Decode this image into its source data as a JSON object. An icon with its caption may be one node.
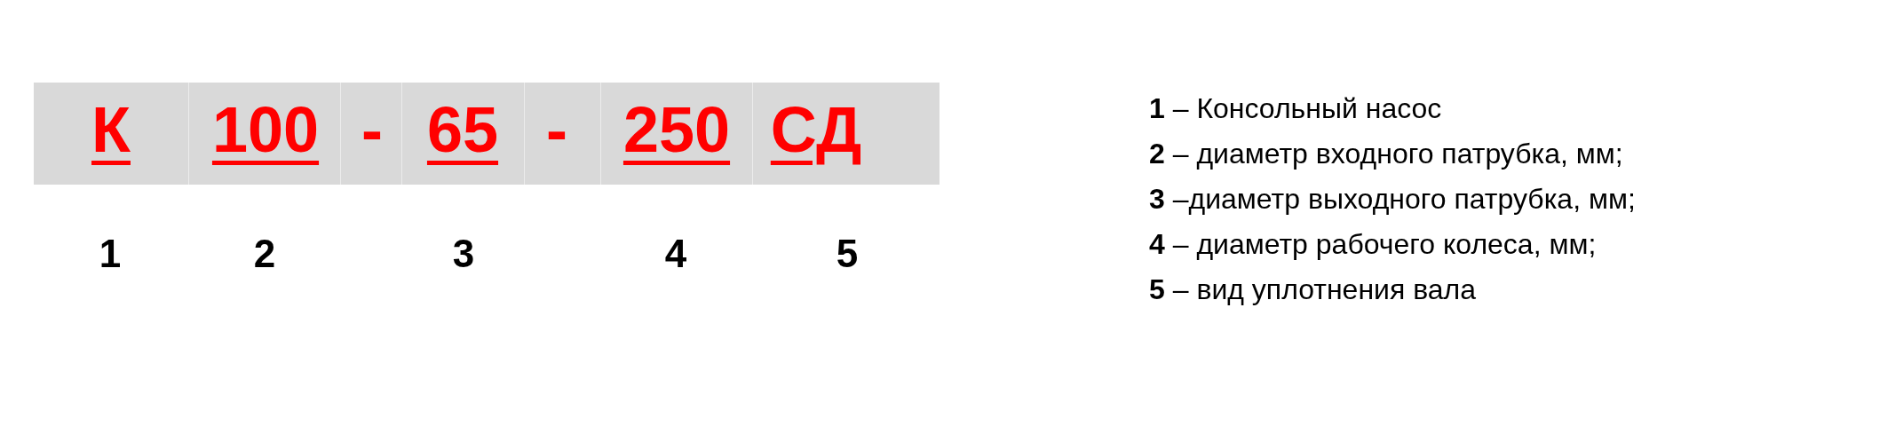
{
  "diagram": {
    "nodes": [
      {
        "text": [
          "К"
        ]
      },
      {
        "text": [
          "100"
        ]
      },
      {
        "text": [
          "-"
        ]
      },
      {
        "text": [
          "65"
        ]
      },
      {
        "text": [
          "-"
        ]
      },
      {
        "text": [
          "250"
        ]
      },
      {
        "text": [
          "СД"
        ]
      }
    ],
    "labels": [
      "1",
      "2",
      "3",
      "4",
      "5",
      "**1** – Консольный насос",
      "**2** – диаметр входного патрубка, мм;",
      "**3** –диаметр выходного патрубка, мм;",
      "**4** – диаметр рабочего колеса, мм;",
      "**5** – вид уплотнения вала"
    ]
  }
}
